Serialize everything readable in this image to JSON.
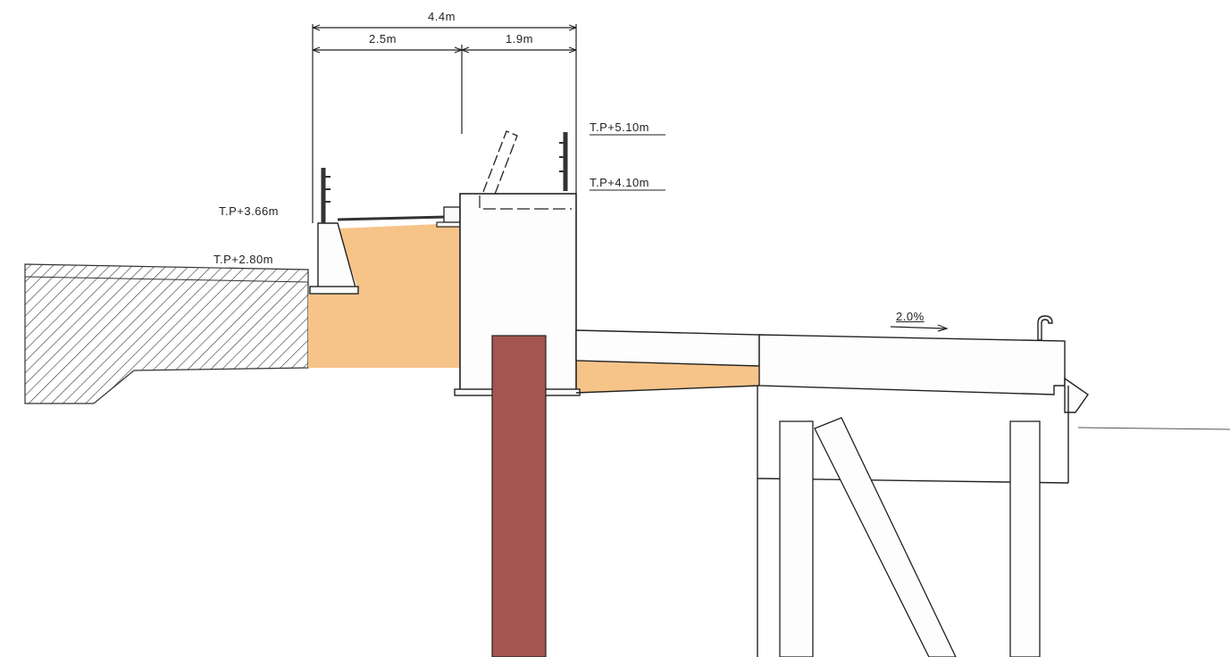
{
  "dimensions": {
    "total": "4.4m",
    "left": "2.5m",
    "right": "1.9m"
  },
  "levels": {
    "tp_510": "T.P+5.10m",
    "tp_410": "T.P+4.10m",
    "tp_366": "T.P+3.66m",
    "tp_280": "T.P+2.80m"
  },
  "slope": "2.0%",
  "colors": {
    "fill_soil": "#f6c489",
    "pile": "#a5554f",
    "hatch": "#333333",
    "line": "#1a1a1a"
  }
}
